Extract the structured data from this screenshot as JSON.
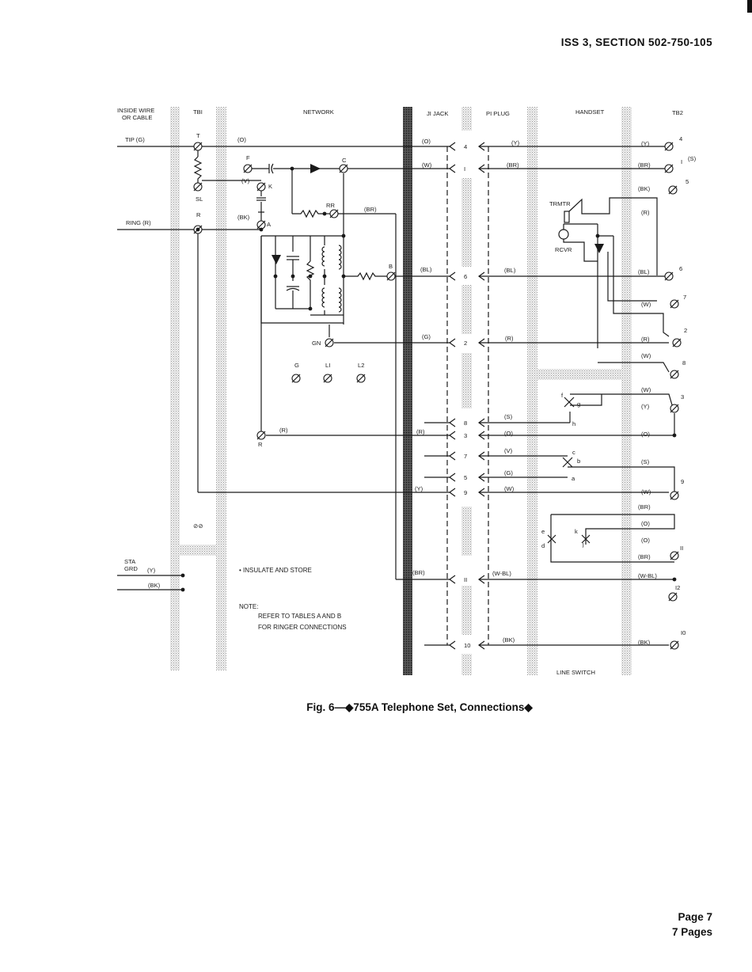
{
  "header": "ISS 3, SECTION 502-750-105",
  "caption": "Fig. 6—◆755A Telephone Set, Connections◆",
  "footer": {
    "page": "Page 7",
    "pages": "7 Pages"
  },
  "diagram": {
    "column_headers": {
      "inside_wire": [
        "INSIDE WIRE",
        "OR CABLE"
      ],
      "tb1": "TBI",
      "network": "NETWORK",
      "j1": "JI JACK",
      "p1": "PI PLUG",
      "handset": "HANDSET",
      "tb2": "TB2"
    },
    "left_labels": {
      "tip": "TIP  (G)",
      "ring": "RING  (R)",
      "sta": "STA",
      "grd": "GRD"
    },
    "tb1_terms": {
      "t": "T",
      "sl": "SL",
      "r": "R"
    },
    "network_terms": {
      "f": "F",
      "c": "C",
      "k": "K",
      "a": "A",
      "rr": "RR",
      "b": "B",
      "gn": "GN",
      "g": "G",
      "l1": "LI",
      "l2": "L2",
      "r": "R"
    },
    "jack_pins": [
      "4",
      "I",
      "6",
      "2",
      "8",
      "3",
      "7",
      "5",
      "9",
      "II",
      "10"
    ],
    "tb2_terms": [
      "4",
      "I",
      "5",
      "6",
      "7",
      "2",
      "8",
      "3",
      "9",
      "II",
      "I2",
      "I0"
    ],
    "handset_labels": {
      "trmtr": "TRMTR",
      "rcvr": "RCVR",
      "line_switch": "LINE SWITCH"
    },
    "switch_letters": [
      "f",
      "g",
      "h",
      "c",
      "b",
      "a",
      "e",
      "d",
      "k",
      "j"
    ],
    "wire_colors": [
      "(O)",
      "(V)",
      "(BK)",
      "(BR)",
      "(BL)",
      "(G)",
      "(R)",
      "(Y)",
      "(W)",
      "(S)",
      "(W-BL)",
      "(BK)"
    ],
    "notes": {
      "insulate": "• INSULATE AND STORE",
      "note_title": "NOTE:",
      "note_line1": "REFER TO TABLES A AND B",
      "note_line2": "FOR RINGER CONNECTIONS"
    }
  }
}
